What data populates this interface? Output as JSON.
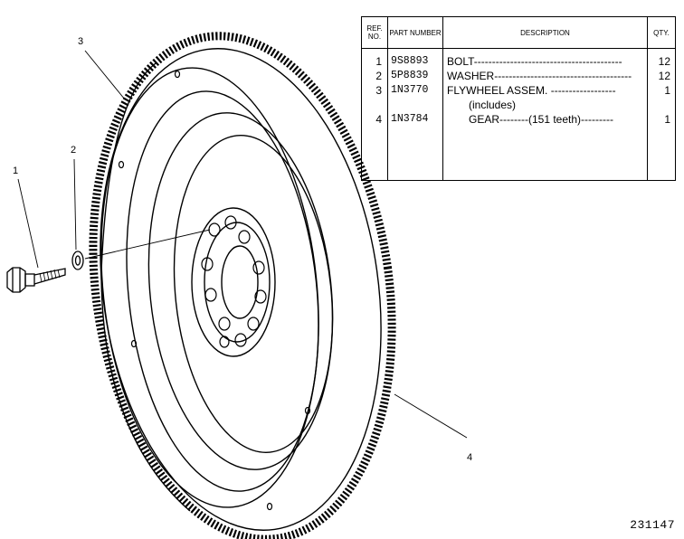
{
  "figure_number": "231147",
  "callouts": {
    "c1": "1",
    "c2": "2",
    "c3": "3",
    "c4": "4"
  },
  "parts_table": {
    "headers": {
      "ref": "REF. NO.",
      "part": "PART NUMBER",
      "description": "DESCRIPTION",
      "qty": "QTY."
    },
    "rows": [
      {
        "ref": "1",
        "part": "9S8893",
        "description": "BOLT-----------------------------------------",
        "qty": "12"
      },
      {
        "ref": "2",
        "part": "5P8839",
        "description": "WASHER--------------------------------------",
        "qty": "12"
      },
      {
        "ref": "3",
        "part": "1N3770",
        "description": "FLYWHEEL ASSEM. ------------------",
        "qty": "1"
      },
      {
        "ref": "",
        "part": "",
        "description": "(includes)",
        "qty": ""
      },
      {
        "ref": "4",
        "part": "1N3784",
        "description": "GEAR--------(151 teeth)---------",
        "qty": "1"
      }
    ]
  }
}
